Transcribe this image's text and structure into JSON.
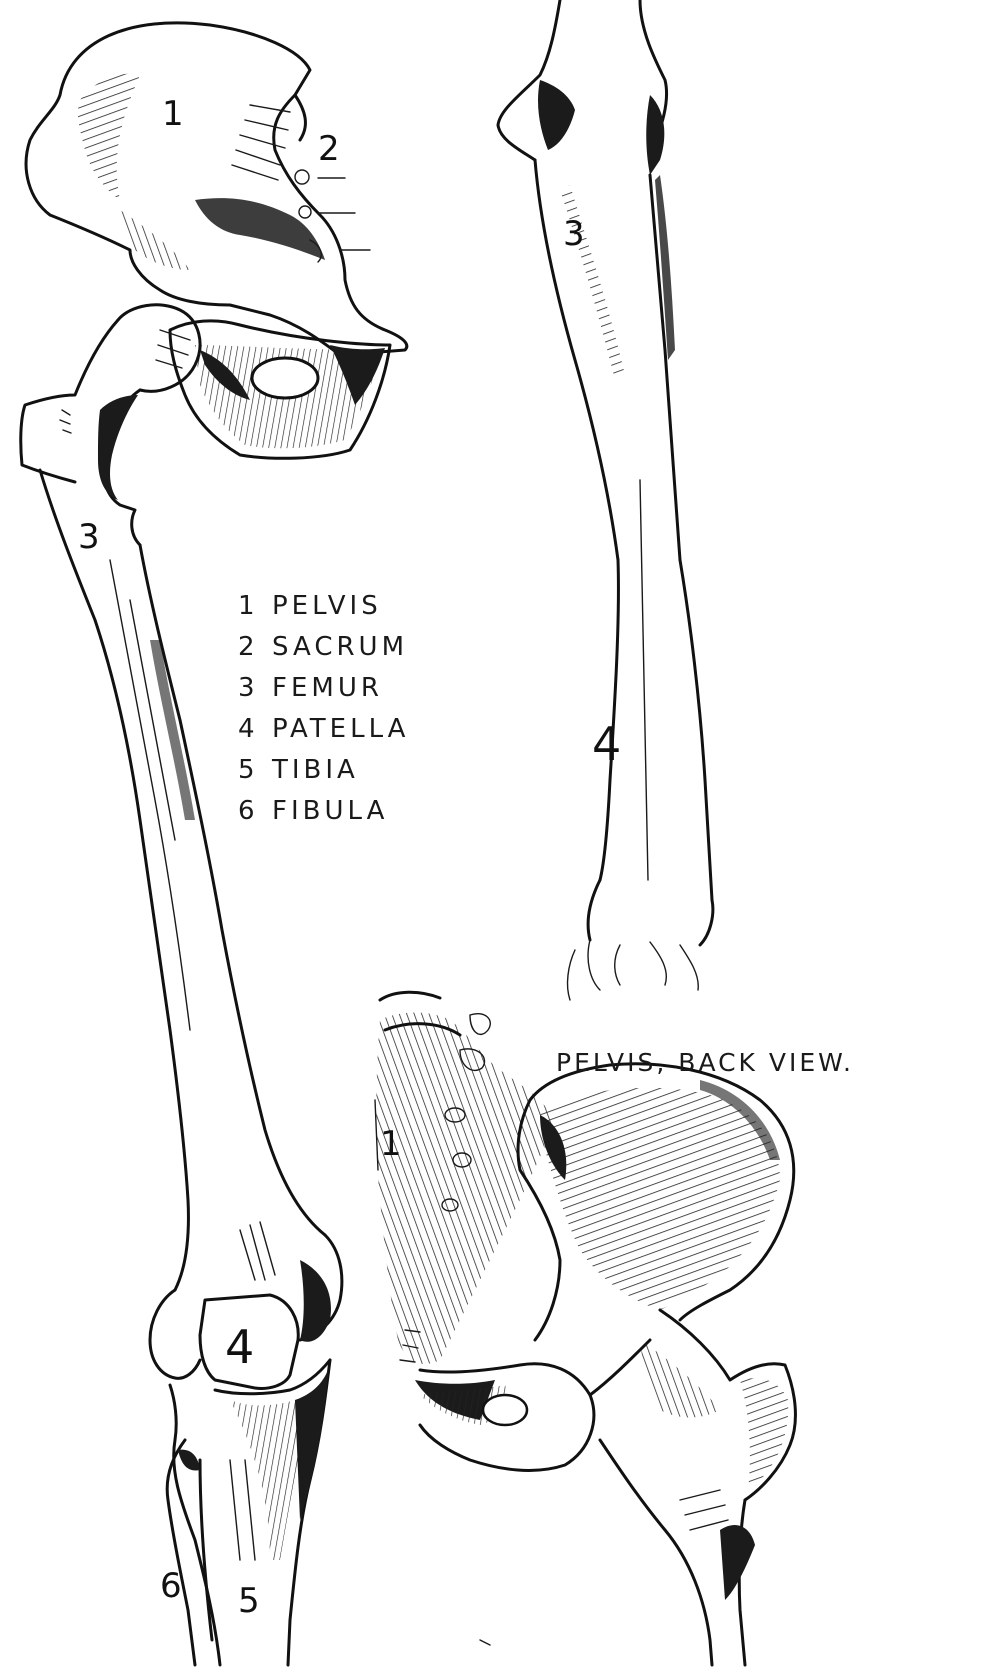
{
  "legend": {
    "items": [
      {
        "number": "1",
        "label": "PELVIS"
      },
      {
        "number": "2",
        "label": "SACRUM"
      },
      {
        "number": "3",
        "label": "FEMUR"
      },
      {
        "number": "4",
        "label": "PATELLA"
      },
      {
        "number": "5",
        "label": "TIBIA"
      },
      {
        "number": "6",
        "label": "FIBULA"
      }
    ]
  },
  "caption": "PELVIS, BACK VIEW.",
  "callouts": {
    "main_pelvis": "1",
    "main_sacrum": "2",
    "main_femur": "3",
    "main_patella": "4",
    "main_tibia": "5",
    "main_fibula": "6",
    "side_femur": "3",
    "side_patella": "4",
    "back_view_pelvis": "1"
  },
  "colors": {
    "ink": "#111111",
    "paper": "#ffffff"
  }
}
